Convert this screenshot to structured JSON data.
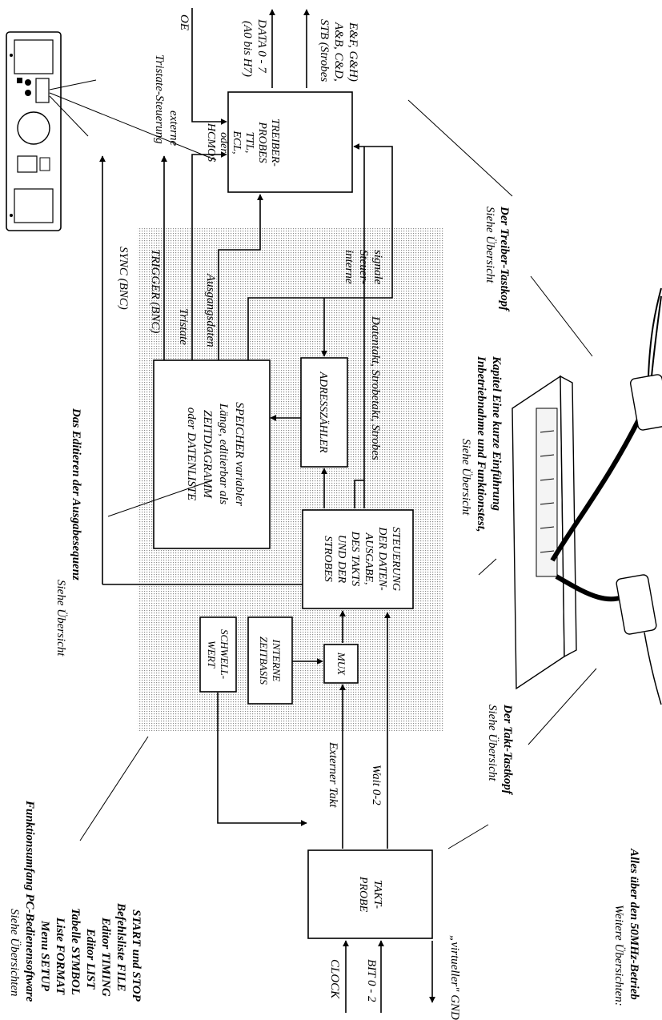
{
  "blocks": {
    "treiber_probes": [
      "TREIBER-",
      "PROBES",
      "TTL,",
      "ECL,",
      "oder",
      "HCMOS"
    ],
    "speicher": [
      "SPEICHER variabler",
      "Länge, editierbar als",
      "ZEITDIAGRAMM",
      "oder DATENLISTE"
    ],
    "adresszaehler": "ADRESSZÄHLER",
    "steuerung": [
      "STEUERUNG",
      "DER DATEN-",
      "AUSGABE,",
      "DES TAKTS",
      "UND DER",
      "STROBES"
    ],
    "schwellwert": [
      "SCHWELL-",
      "WERT"
    ],
    "interne_zeitbasis": [
      "INTERNE",
      "ZEITBASIS"
    ],
    "mux": "MUX",
    "takt_probe": [
      "TAKT-",
      "PROBE"
    ]
  },
  "signals": {
    "oe": "OE",
    "externe_tristate": [
      "externe",
      "Tristate-Steuerung"
    ],
    "data": [
      "DATA 0 - 7",
      "(A0 bis H7)"
    ],
    "stb": [
      "STB (Strobes",
      "A&B, C&D,",
      "E&F, G&H)"
    ],
    "trigger": "TRIGGER (BNC)",
    "tristate": "Tristate",
    "ausgangsdaten": "Ausgangsdaten",
    "interne_steuersignale": [
      "interne",
      "Steuer-",
      "signale"
    ],
    "sync": "SYNC (BNC)",
    "datentakt": "Datentakt, Strobetakt, Strobes",
    "externer_takt": "Externer Takt",
    "wait": "Wait 0-2",
    "clock": "CLOCK",
    "bit": "BIT 0 - 2",
    "gnd": "„virtueller\" GND"
  },
  "annotations": {
    "treiber_tastkopf": [
      "Siehe Übersicht",
      "Der Treiber-Tastkopf"
    ],
    "inbetriebnahme": [
      "Siehe Übersicht",
      "Inbetriebnahme und Funktionstest,",
      "Kapitel Eine kurze Einführung"
    ],
    "editieren": [
      "Siehe Übersicht",
      "Das Editieren der Ausgabesequenz"
    ],
    "takt_tastkopf": [
      "Siehe Übersicht",
      "Der Takt-Tastkopf"
    ],
    "weitere": [
      "Weitere Übersichten:",
      "Alles über den 50MHz-Betrieb"
    ],
    "funktionsumfang": [
      "Siehe Übersichten",
      "Funktionsumfang PC-Bedienensoftware",
      "Menu SETUP",
      "Liste FORMAT",
      "Tabelle SYMBOL",
      "Editor LIST",
      "Editor TIMING",
      "Befehlsliste FILE",
      "START und STOP"
    ]
  }
}
